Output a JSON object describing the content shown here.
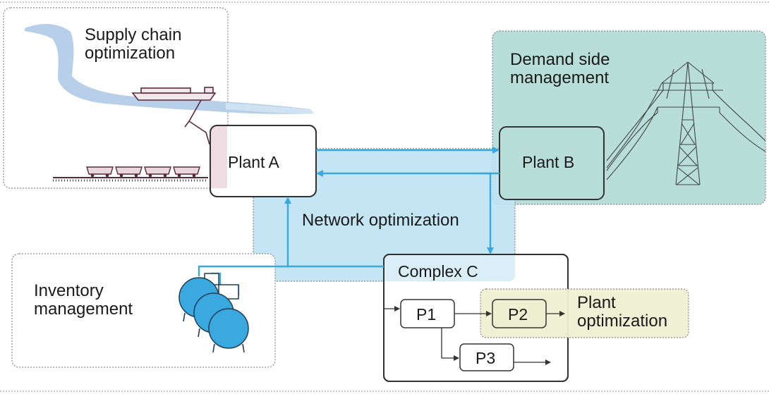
{
  "regions": {
    "supply_chain": {
      "line1": "Supply chain",
      "line2": "optimization"
    },
    "demand_side": {
      "line1": "Demand side",
      "line2": "management"
    },
    "network": {
      "label": "Network optimization"
    },
    "inventory": {
      "line1": "Inventory",
      "line2": "management"
    },
    "plant_optimization": {
      "line1": "Plant",
      "line2": "optimization"
    }
  },
  "nodes": {
    "plant_a": "Plant A",
    "plant_b": "Plant B",
    "complex_c": "Complex C",
    "p1": "P1",
    "p2": "P2",
    "p3": "P3"
  },
  "colors": {
    "flow_arrow": "#3aa9e0",
    "network_fill": "#bfe3f2",
    "demand_fill": "#b7ded8",
    "plant_opt_fill": "#efefd2",
    "supply_box_fill": "#f0dde3",
    "tank_fill": "#3aa9e0",
    "river": "#b7cfe9",
    "ship_outline": "#5a2a3c",
    "node_border": "#333333"
  },
  "icons": [
    "river-icon",
    "ship-icon",
    "train-icon",
    "power-tower-icon",
    "storage-tanks-icon"
  ]
}
